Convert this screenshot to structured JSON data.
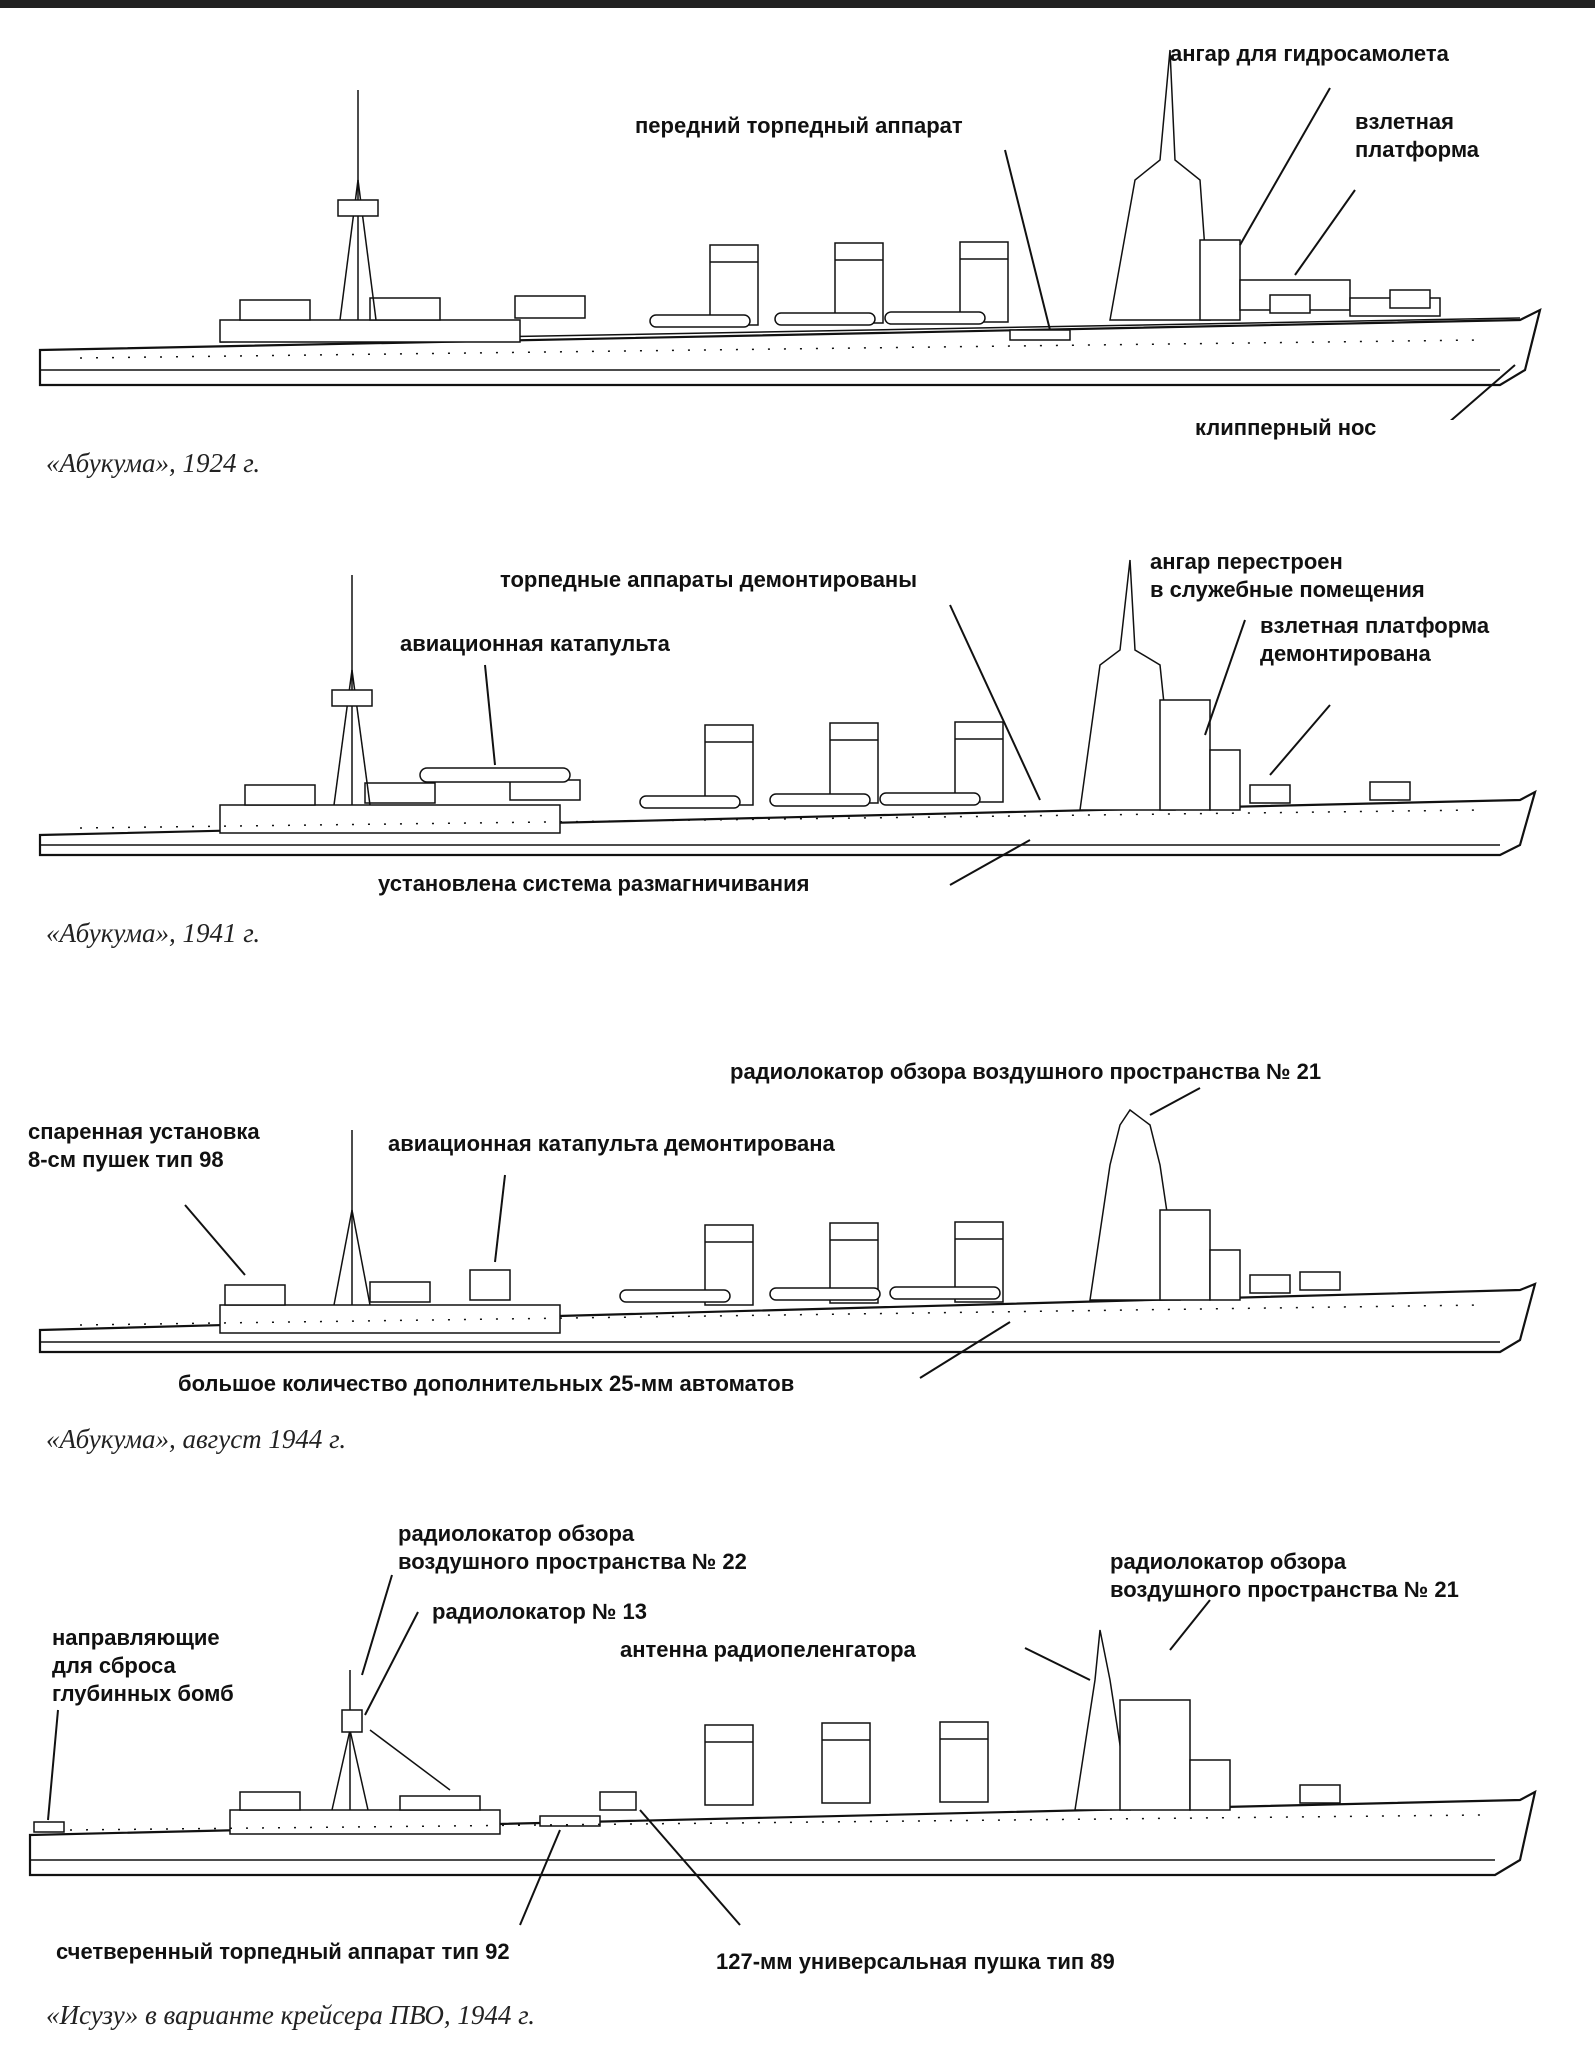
{
  "panels": [
    {
      "caption": "«Абукума», 1924 г.",
      "labels": {
        "hangar": "ангар для гидросамолета",
        "platform": "взлетная\nплатформа",
        "torpedo": "передний торпедный аппарат",
        "bow": "клипперный нос"
      }
    },
    {
      "caption": "«Абукума», 1941 г.",
      "labels": {
        "torpedoes_removed": "торпедные аппараты демонтированы",
        "hangar_rebuilt": "ангар перестроен\nв служебные помещения",
        "catapult": "авиационная катапульта",
        "platform_removed": "взлетная платформа\nдемонтирована",
        "degaussing": "установлена система размагничивания"
      }
    },
    {
      "caption": "«Абукума», август 1944 г.",
      "labels": {
        "radar21": "радиолокатор обзора воздушного пространства № 21",
        "twin_mount": "спаренная установка\n8-см пушек тип 98",
        "catapult_removed": "авиационная катапульта демонтирована",
        "aa25": "большое количество дополнительных 25-мм автоматов"
      }
    },
    {
      "caption": "«Исузу» в варианте крейсера ПВО, 1944 г.",
      "labels": {
        "radar22": "радиолокатор обзора\nвоздушного пространства № 22",
        "radar21": "радиолокатор обзора\nвоздушного пространства № 21",
        "radar13": "радиолокатор № 13",
        "rails": "направляющие\nдля сброса\nглубинных бомб",
        "dfantenna": "антенна радиопеленгатора",
        "torpedo92": "счетверенный торпедный аппарат тип 92",
        "gun89": "127-мм универсальная пушка тип 89"
      }
    }
  ]
}
